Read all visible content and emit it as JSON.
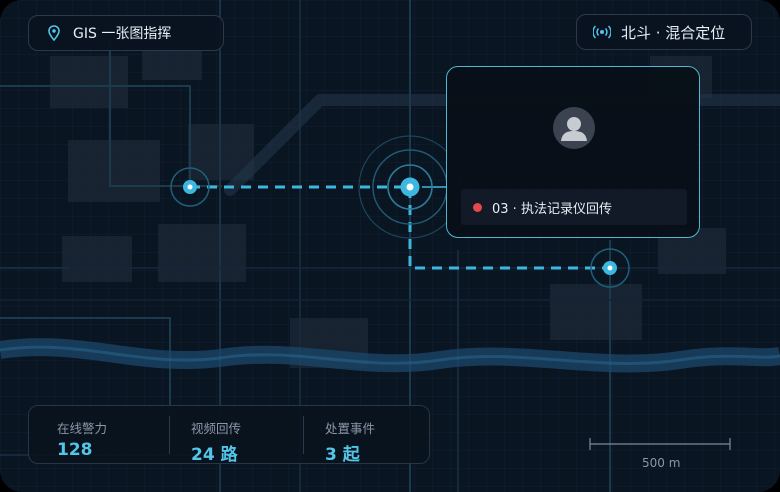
{
  "header": {
    "title": "GIS 一张图指挥",
    "positioning": "北斗 · 混合定位"
  },
  "card": {
    "label": "03 · 执法记录仪回传"
  },
  "stats": [
    {
      "label": "在线警力",
      "value": "128"
    },
    {
      "label": "视频回传",
      "value": "24 路"
    },
    {
      "label": "处置事件",
      "value": "3 起"
    }
  ],
  "scale": {
    "label": "500 m"
  },
  "colors": {
    "accent": "#52c6e8",
    "route": "#3cb8e0",
    "alert": "#e5484d",
    "background": "#0a1522"
  },
  "icons": {
    "location": "map-pin-icon",
    "signal": "radio-signal-icon",
    "user": "user-avatar-icon"
  }
}
